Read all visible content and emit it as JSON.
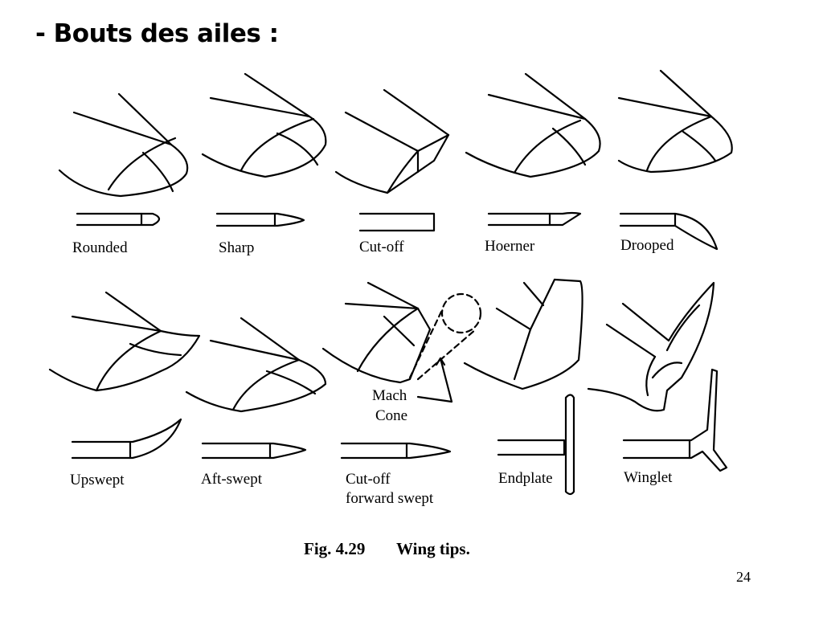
{
  "slide": {
    "title": "- Bouts des ailes :",
    "page_number": "24"
  },
  "figure": {
    "caption_number": "Fig. 4.29",
    "caption_title": "Wing tips.",
    "tips": [
      {
        "label": "Rounded"
      },
      {
        "label": "Sharp"
      },
      {
        "label": "Cut-off"
      },
      {
        "label": "Hoerner"
      },
      {
        "label": "Drooped"
      },
      {
        "label": "Upswept"
      },
      {
        "label": "Aft-swept"
      },
      {
        "label": "Cut-off",
        "label2": "forward swept"
      },
      {
        "label": "Endplate"
      },
      {
        "label": "Winglet"
      }
    ],
    "annotation": {
      "line1": "Mach",
      "line2": "Cone"
    }
  }
}
